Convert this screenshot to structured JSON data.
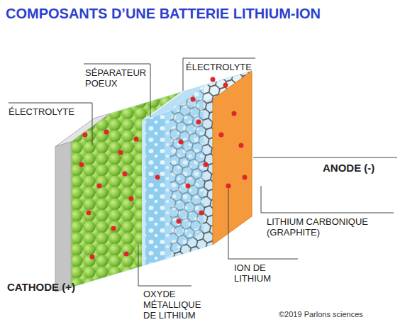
{
  "diagram": {
    "title": "COMPOSANTS D’UNE BATTERIE LITHIUM-ION",
    "labels": [
      "SÉPARATEUR POEUX",
      "ÉLECTROLYTE",
      "ÉLECTROLYTE",
      "ANODE (-)",
      "LITHIUM CARBONIQUE (GRAPHITE)",
      "ION DE LITHIUM",
      "CATHODE (+)",
      "OXYDE MÉTALLIQUE DE LITHIUM",
      "©2019 Parlons sciences"
    ]
  }
}
